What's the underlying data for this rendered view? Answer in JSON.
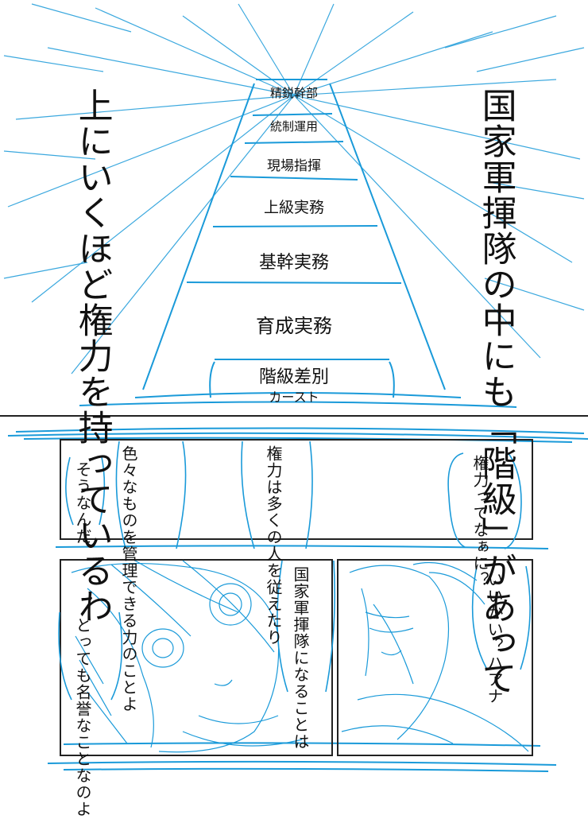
{
  "top_panel": {
    "right_caption": "国家軍揮隊の中にも「階級」があって",
    "left_caption": "上にいくほど権力を持っているわ",
    "pyramid": [
      "精鋭幹部",
      "統制運用",
      "現場指揮",
      "上級実務",
      "基幹実務",
      "育成実務",
      "階級差別"
    ],
    "pyramid_base_ruby": "カースト"
  },
  "middle_panel": {
    "bubble_1": "権力ってなぁに？",
    "bubble_2": "権力は多くの人を従えたり",
    "bubble_3": "色々なものを管理できる力のことよ",
    "bubble_4": "そうなんだ"
  },
  "bottom_left_panel": {
    "bubble_5": "国家軍揮隊になることは",
    "bubble_6": "とっても名誉なことなのよ"
  },
  "bottom_right_panel": {
    "bubble_7": "いいかい？ハアナ"
  },
  "colors": {
    "sketch": "#1a9ad9",
    "ink": "#111111",
    "panel_border": "#222222"
  }
}
